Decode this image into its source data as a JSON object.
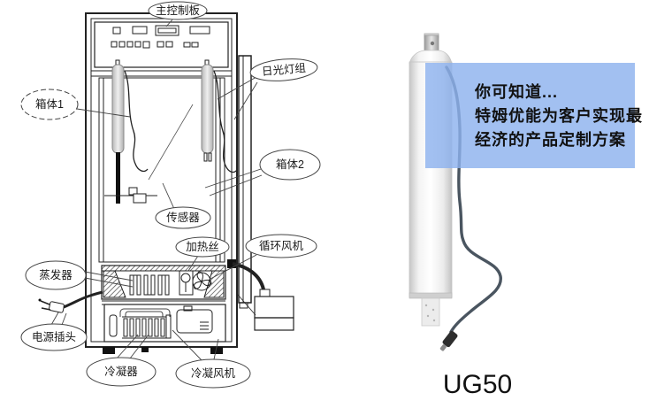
{
  "diagram": {
    "labels": {
      "main_control_board": "主控制板",
      "cabinet1": "箱体1",
      "lamp_group": "日光灯组",
      "cabinet2": "箱体2",
      "sensor": "传感器",
      "heating_wire": "加热丝",
      "circulation_fan": "循环风机",
      "evaporator": "蒸发器",
      "power_plug": "电源插头",
      "condenser": "冷凝器",
      "condenser_fan": "冷凝风机"
    },
    "line_color": "#222222"
  },
  "product": {
    "model": "UG50",
    "callout": {
      "line1": "你可知道...",
      "line2": "特姆优能为客户实现最",
      "line3": "经济的产品定制方案",
      "background": "#a9c9f1"
    }
  }
}
